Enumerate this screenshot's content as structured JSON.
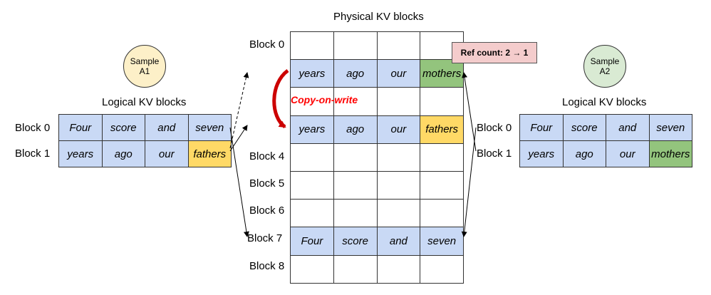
{
  "physical": {
    "title": "Physical KV blocks",
    "block_labels": [
      "Block 0",
      "Block 4",
      "Block 5",
      "Block 6",
      "Block 7",
      "Block 8"
    ],
    "rows": [
      {
        "cells": [
          {
            "t": "",
            "c": "empty"
          },
          {
            "t": "",
            "c": "empty"
          },
          {
            "t": "",
            "c": "empty"
          },
          {
            "t": "",
            "c": "empty"
          }
        ]
      },
      {
        "cells": [
          {
            "t": "years",
            "c": "blue"
          },
          {
            "t": "ago",
            "c": "blue"
          },
          {
            "t": "our",
            "c": "blue"
          },
          {
            "t": "mothers",
            "c": "green"
          }
        ]
      },
      {
        "cells": [
          {
            "t": "",
            "c": "empty"
          },
          {
            "t": "",
            "c": "empty"
          },
          {
            "t": "",
            "c": "empty"
          },
          {
            "t": "",
            "c": "empty"
          }
        ]
      },
      {
        "cells": [
          {
            "t": "years",
            "c": "blue"
          },
          {
            "t": "ago",
            "c": "blue"
          },
          {
            "t": "our",
            "c": "blue"
          },
          {
            "t": "fathers",
            "c": "yellow"
          }
        ]
      },
      {
        "cells": [
          {
            "t": "",
            "c": "empty"
          },
          {
            "t": "",
            "c": "empty"
          },
          {
            "t": "",
            "c": "empty"
          },
          {
            "t": "",
            "c": "empty"
          }
        ]
      },
      {
        "cells": [
          {
            "t": "",
            "c": "empty"
          },
          {
            "t": "",
            "c": "empty"
          },
          {
            "t": "",
            "c": "empty"
          },
          {
            "t": "",
            "c": "empty"
          }
        ]
      },
      {
        "cells": [
          {
            "t": "",
            "c": "empty"
          },
          {
            "t": "",
            "c": "empty"
          },
          {
            "t": "",
            "c": "empty"
          },
          {
            "t": "",
            "c": "empty"
          }
        ]
      },
      {
        "cells": [
          {
            "t": "Four",
            "c": "blue"
          },
          {
            "t": "score",
            "c": "blue"
          },
          {
            "t": "and",
            "c": "blue"
          },
          {
            "t": "seven",
            "c": "blue"
          }
        ]
      },
      {
        "cells": [
          {
            "t": "",
            "c": "empty"
          },
          {
            "t": "",
            "c": "empty"
          },
          {
            "t": "",
            "c": "empty"
          },
          {
            "t": "",
            "c": "empty"
          }
        ]
      }
    ],
    "copy_on_write": "Copy-on-write",
    "ref_count": "Ref count: 2 → 1"
  },
  "sample_a1": {
    "name": "Sample\nA1",
    "logical_title": "Logical KV blocks",
    "rows": [
      {
        "label": "Block 0",
        "cells": [
          {
            "t": "Four",
            "c": "blue"
          },
          {
            "t": "score",
            "c": "blue"
          },
          {
            "t": "and",
            "c": "blue"
          },
          {
            "t": "seven",
            "c": "blue"
          }
        ]
      },
      {
        "label": "Block 1",
        "cells": [
          {
            "t": "years",
            "c": "blue"
          },
          {
            "t": "ago",
            "c": "blue"
          },
          {
            "t": "our",
            "c": "blue"
          },
          {
            "t": "fathers",
            "c": "yellow"
          }
        ]
      }
    ]
  },
  "sample_a2": {
    "name": "Sample\nA2",
    "logical_title": "Logical KV blocks",
    "rows": [
      {
        "label": "Block 0",
        "cells": [
          {
            "t": "Four",
            "c": "blue"
          },
          {
            "t": "score",
            "c": "blue"
          },
          {
            "t": "and",
            "c": "blue"
          },
          {
            "t": "seven",
            "c": "blue"
          }
        ]
      },
      {
        "label": "Block 1",
        "cells": [
          {
            "t": "years",
            "c": "blue"
          },
          {
            "t": "ago",
            "c": "blue"
          },
          {
            "t": "our",
            "c": "blue"
          },
          {
            "t": "mothers",
            "c": "green"
          }
        ]
      }
    ]
  },
  "colors": {
    "blue": "#c9d9f5",
    "yellow": "#ffd966",
    "green": "#93c47d",
    "ref_box": "#f4cccc",
    "copy_on_write": "#ff0000",
    "arrow_red": "#cc0000"
  }
}
